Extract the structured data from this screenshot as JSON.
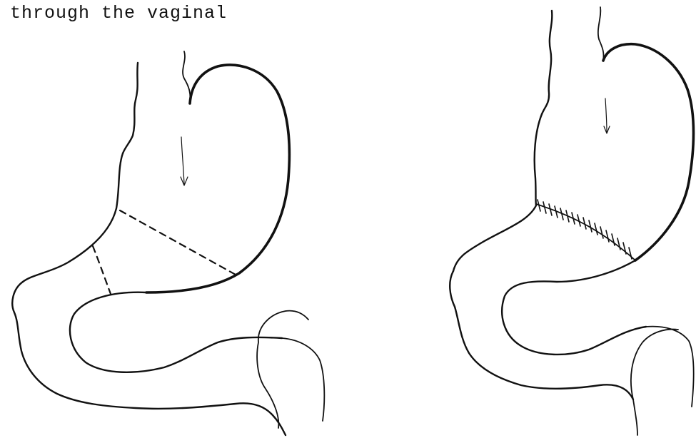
{
  "caption": {
    "text": "through the vaginal"
  },
  "figures": [
    {
      "label": "stomach-before-resection",
      "incision_style": "dashed"
    },
    {
      "label": "stomach-after-resection",
      "incision_style": "sutured"
    }
  ],
  "colors": {
    "ink": "#111111",
    "paper": "#ffffff"
  }
}
